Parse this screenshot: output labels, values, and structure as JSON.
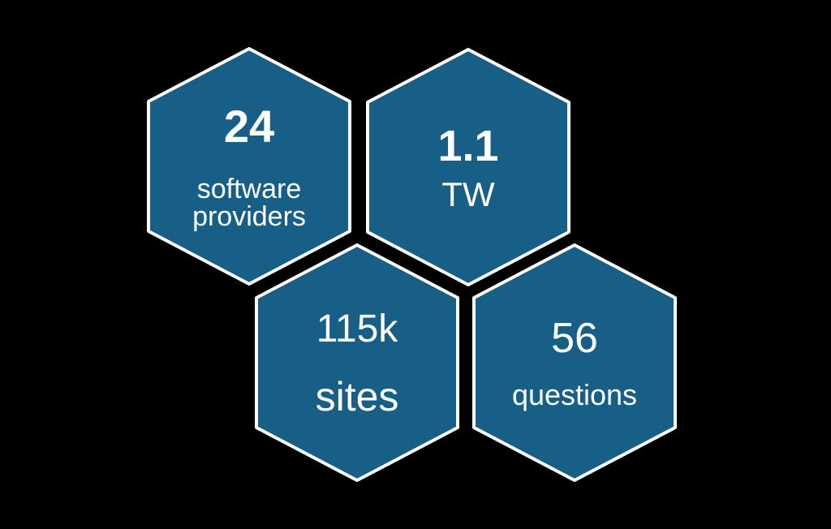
{
  "colors": {
    "background": "#000000",
    "hex_fill": "#175f87",
    "hex_border": "#ffffff",
    "text": "#ffffff"
  },
  "stats": [
    {
      "value": "24",
      "label": "software providers"
    },
    {
      "value": "1.1",
      "label": "TW"
    },
    {
      "value": "115k",
      "label": "sites"
    },
    {
      "value": "56",
      "label": "questions"
    }
  ]
}
